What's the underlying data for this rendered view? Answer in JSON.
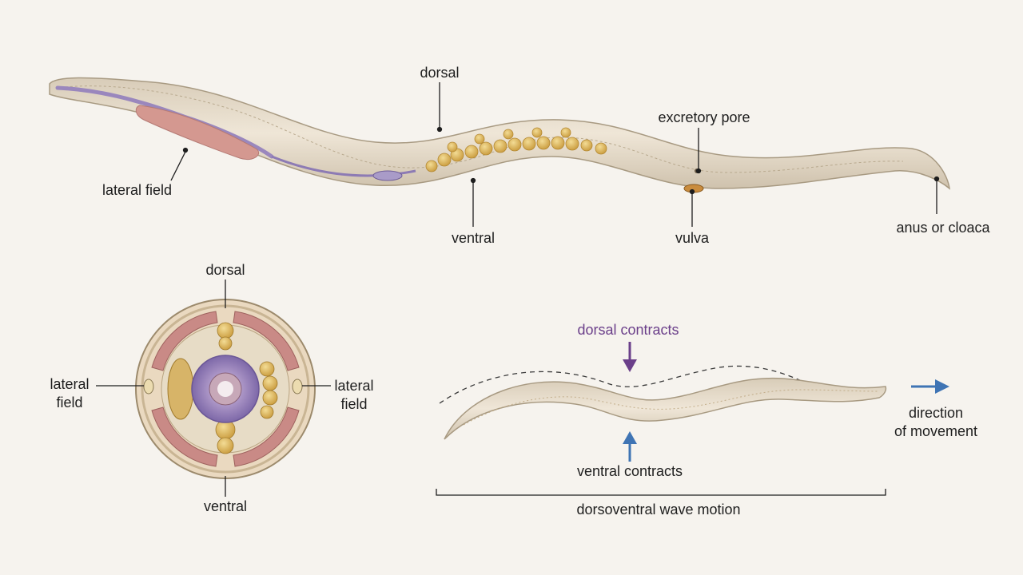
{
  "longitudinal": {
    "dorsal": "dorsal",
    "lateral_field": "lateral field",
    "ventral": "ventral",
    "excretory_pore": "excretory pore",
    "vulva": "vulva",
    "anus": "anus or cloaca"
  },
  "cross_section": {
    "dorsal": "dorsal",
    "ventral": "ventral",
    "lateral_left": "lateral\nfield",
    "lateral_right": "lateral\nfield"
  },
  "locomotion": {
    "dorsal_contracts": "dorsal contracts",
    "ventral_contracts": "ventral contracts",
    "direction": "direction\nof movement",
    "wave": "dorsoventral wave motion"
  },
  "colors": {
    "dorsal_arrow": "#6b3f8a",
    "ventral_arrow": "#3f74b4",
    "direction_arrow": "#3f74b4",
    "body": "#e3d7c4",
    "muscle": "#c98a86",
    "intestine": "#d8b45a",
    "pharynx": "#8d7bb4"
  }
}
